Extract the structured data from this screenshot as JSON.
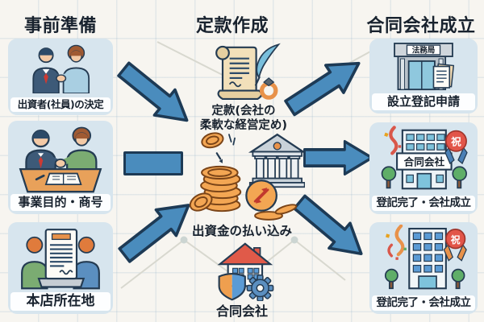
{
  "headers": {
    "preparation": "事前準備",
    "articles": "定款作成",
    "establishment": "合同会社成立"
  },
  "preparation_steps": [
    {
      "label": "出資者(社員)の決定",
      "icon": "handshake-partners-icon"
    },
    {
      "label": "事業目的・商号",
      "icon": "business-meeting-icon"
    },
    {
      "label": "本店所在地",
      "icon": "address-document-icon"
    }
  ],
  "articles_steps": [
    {
      "label_line1": "定款(会社の",
      "label_line2": "柔軟な経営定め)",
      "icon": "articles-scroll-icon"
    },
    {
      "label": "出資金の払い込み",
      "icon": "capital-coins-bank-icon"
    },
    {
      "label": "合同会社",
      "icon": "llc-house-shield-gear-icon"
    }
  ],
  "establishment_steps": [
    {
      "sign": "法務局",
      "label": "設立登記申請",
      "icon": "legal-affairs-bureau-icon"
    },
    {
      "sign": "合同会社",
      "badge": "祝",
      "label": "登記完了・会社成立",
      "icon": "company-sign-building-icon"
    },
    {
      "badge": "祝",
      "label": "登記完了・会社成立",
      "icon": "celebration-building-icon"
    }
  ],
  "colors": {
    "background": "#f7f5f0",
    "panel": "#d7e5ee",
    "arrow": "#4a8cbd",
    "arrow_outline": "#1d3a55",
    "accent_orange": "#ef9f4f",
    "accent_red": "#e25549",
    "accent_green": "#5fae68",
    "text": "#18222e"
  }
}
